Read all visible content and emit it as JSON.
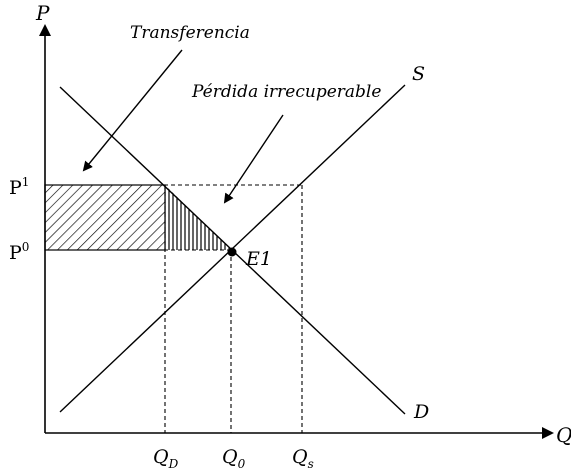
{
  "labels": {
    "y_axis": "P",
    "x_axis": "Q",
    "supply": "S",
    "demand": "D",
    "equilibrium": "E1",
    "p1_base": "P",
    "p1_sup": "1",
    "p0_base": "P",
    "p0_sup": "0",
    "qd_base": "Q",
    "qd_sub": "D",
    "q0_base": "Q",
    "q0_sub": "0",
    "qs_base": "Q",
    "qs_sub": "s",
    "transfer": "Transferencia",
    "deadweight": "Pérdida irrecuperable"
  }
}
